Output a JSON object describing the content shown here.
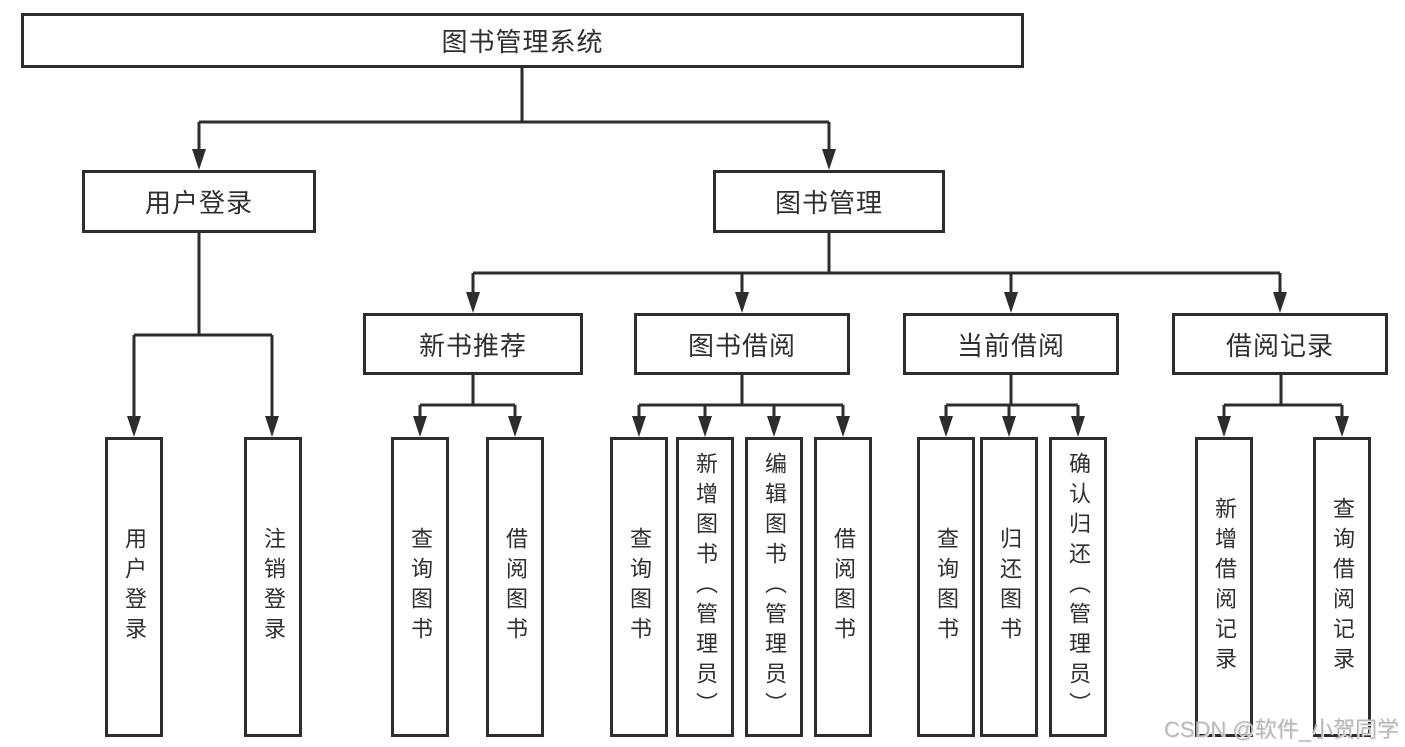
{
  "diagram": {
    "root": {
      "label": "图书管理系统"
    },
    "children": [
      {
        "label": "用户登录",
        "children": [
          {
            "label": "用户登录"
          },
          {
            "label": "注销登录"
          }
        ]
      },
      {
        "label": "图书管理",
        "children": [
          {
            "label": "新书推荐",
            "children": [
              {
                "label": "查询图书"
              },
              {
                "label": "借阅图书"
              }
            ]
          },
          {
            "label": "图书借阅",
            "children": [
              {
                "label": "查询图书"
              },
              {
                "label": "新增图书（管理员）"
              },
              {
                "label": "编辑图书（管理员）"
              },
              {
                "label": "借阅图书"
              }
            ]
          },
          {
            "label": "当前借阅",
            "children": [
              {
                "label": "查询图书"
              },
              {
                "label": "归还图书"
              },
              {
                "label": "确认归还（管理员）"
              }
            ]
          },
          {
            "label": "借阅记录",
            "children": [
              {
                "label": "新增借阅记录"
              },
              {
                "label": "查询借阅记录"
              }
            ]
          }
        ]
      }
    ]
  },
  "colors": {
    "line": "#2d2d2d",
    "text": "#2f2f2f",
    "watermark": "#b9b9b9"
  },
  "watermark": {
    "text": "CSDN @软件_小贺同学"
  }
}
